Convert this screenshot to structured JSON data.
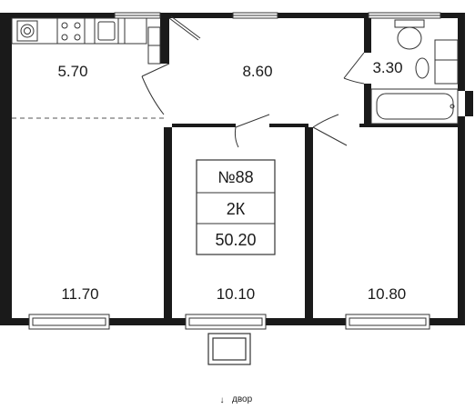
{
  "apartment": {
    "number": "№88",
    "type": "2К",
    "area": "50.20"
  },
  "rooms": {
    "kitchen": "5.70",
    "hall": "8.60",
    "bath": "3.30",
    "living_left": "11.70",
    "bedroom_mid": "10.10",
    "bedroom_right": "10.80"
  },
  "orientation": {
    "arrow": "↓",
    "label": "двор"
  },
  "colors": {
    "wall": "#1a1a1a",
    "line": "#333333",
    "background": "#ffffff"
  }
}
